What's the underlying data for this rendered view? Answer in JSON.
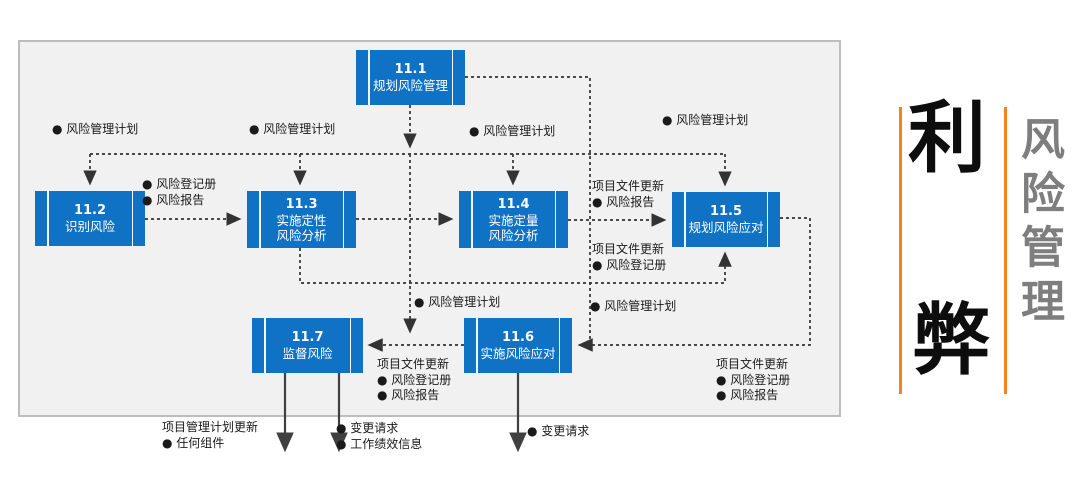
{
  "side_panel": {
    "emphasis_top": "利",
    "emphasis_bottom": "弊",
    "vertical_title": "风险管理",
    "accent_color": "#F6821F"
  },
  "colors": {
    "process_blue": "#0F72C5",
    "panel_bg": "#F1F1F2",
    "panel_border": "#BDBDBD",
    "connector_dark": "#333333",
    "title_gray": "#7E7E7E"
  },
  "boxes": [
    {
      "num": "11.1",
      "name": "规划风险管理"
    },
    {
      "num": "11.2",
      "name": "识别风险"
    },
    {
      "num": "11.3",
      "name": "实施定性\n风险分析"
    },
    {
      "num": "11.4",
      "name": "实施定量\n风险分析"
    },
    {
      "num": "11.5",
      "name": "规划风险应对"
    },
    {
      "num": "11.6",
      "name": "实施风险应对"
    },
    {
      "num": "11.7",
      "name": "监督风险"
    }
  ],
  "labels": [
    {
      "lines": [
        "● 风险管理计划"
      ]
    },
    {
      "lines": [
        "● 风险管理计划"
      ]
    },
    {
      "lines": [
        "● 风险管理计划"
      ]
    },
    {
      "lines": [
        "● 风险管理计划"
      ]
    },
    {
      "lines": [
        "● 风险登记册",
        "● 风险报告"
      ]
    },
    {
      "lines": [
        "项目文件更新",
        "● 风险报告"
      ]
    },
    {
      "lines": [
        "项目文件更新",
        "● 风险登记册"
      ]
    },
    {
      "lines": [
        "● 风险管理计划"
      ]
    },
    {
      "lines": [
        "● 风险管理计划"
      ]
    },
    {
      "lines": [
        "项目文件更新",
        "● 风险登记册",
        "● 风险报告"
      ]
    },
    {
      "lines": [
        "项目文件更新",
        "● 风险登记册",
        "● 风险报告"
      ]
    },
    {
      "lines": [
        "项目管理计划更新",
        "● 任何组件"
      ]
    },
    {
      "lines": [
        "● 变更请求",
        "● 工作绩效信息"
      ]
    },
    {
      "lines": [
        "● 变更请求"
      ]
    }
  ]
}
